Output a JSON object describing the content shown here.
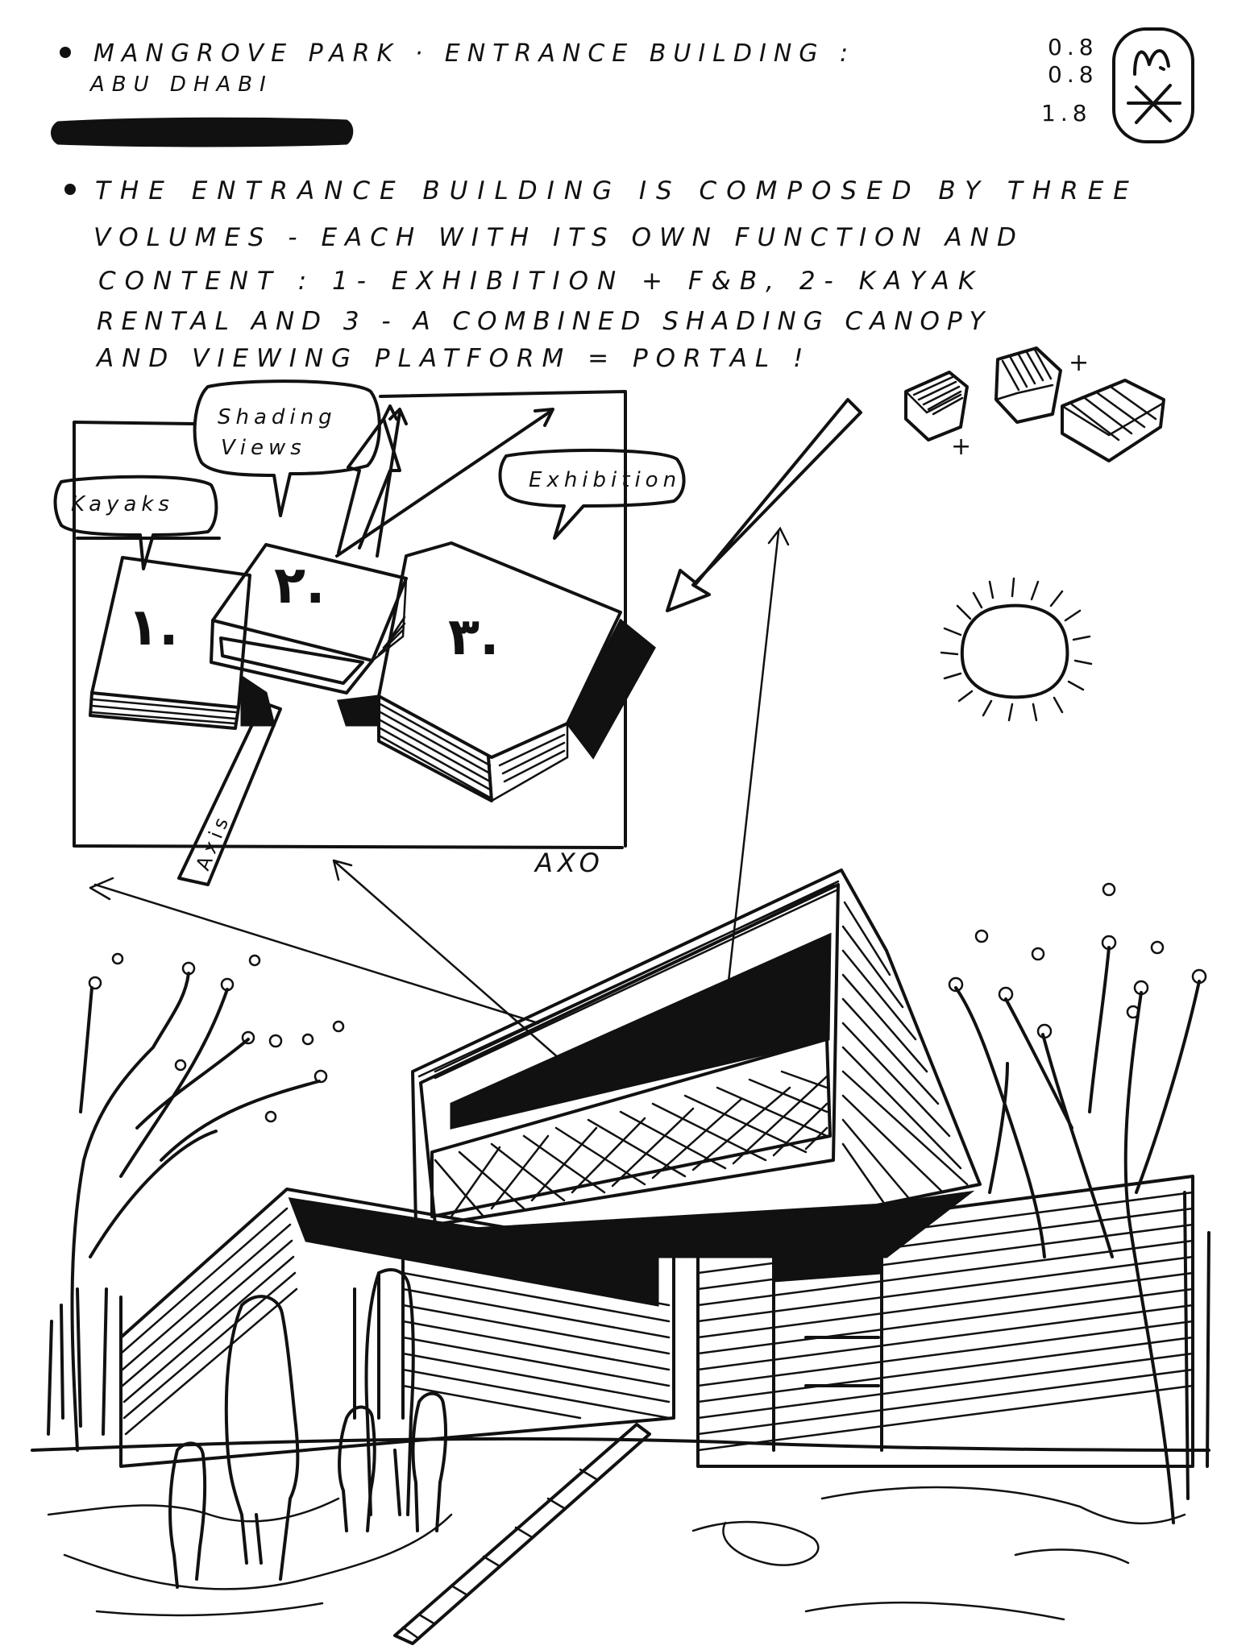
{
  "header": {
    "title_line1": "Mangrove Park · Entrance Building :",
    "title_line2": "Abu Dhabi"
  },
  "scale_note": {
    "line1": "0.8",
    "line2": "0.8",
    "line3": "1.8"
  },
  "description": {
    "line1": "The entrance building is composed by three",
    "line2": "volumes - each with its own function and",
    "line3": "content : 1- exhibition + F&B, 2- kayak",
    "line4": "rental and 3 - a combined shading canopy",
    "line5": "and viewing platform = portal !"
  },
  "axo_diagram": {
    "bubble_shading_line1": "Shading",
    "bubble_shading_line2": "Views",
    "bubble_kayaks": "Kayaks",
    "bubble_exhibition": "Exhibition",
    "volume_1_numeral": "١.",
    "volume_2_numeral": "٢.",
    "volume_3_numeral": "٣.",
    "axis_label": "Axis",
    "caption": "AXO"
  },
  "exploded_diagram": {
    "plus_1": "+",
    "plus_2": "+"
  },
  "icons": [
    "sun-icon",
    "logo-stamp-icon"
  ]
}
